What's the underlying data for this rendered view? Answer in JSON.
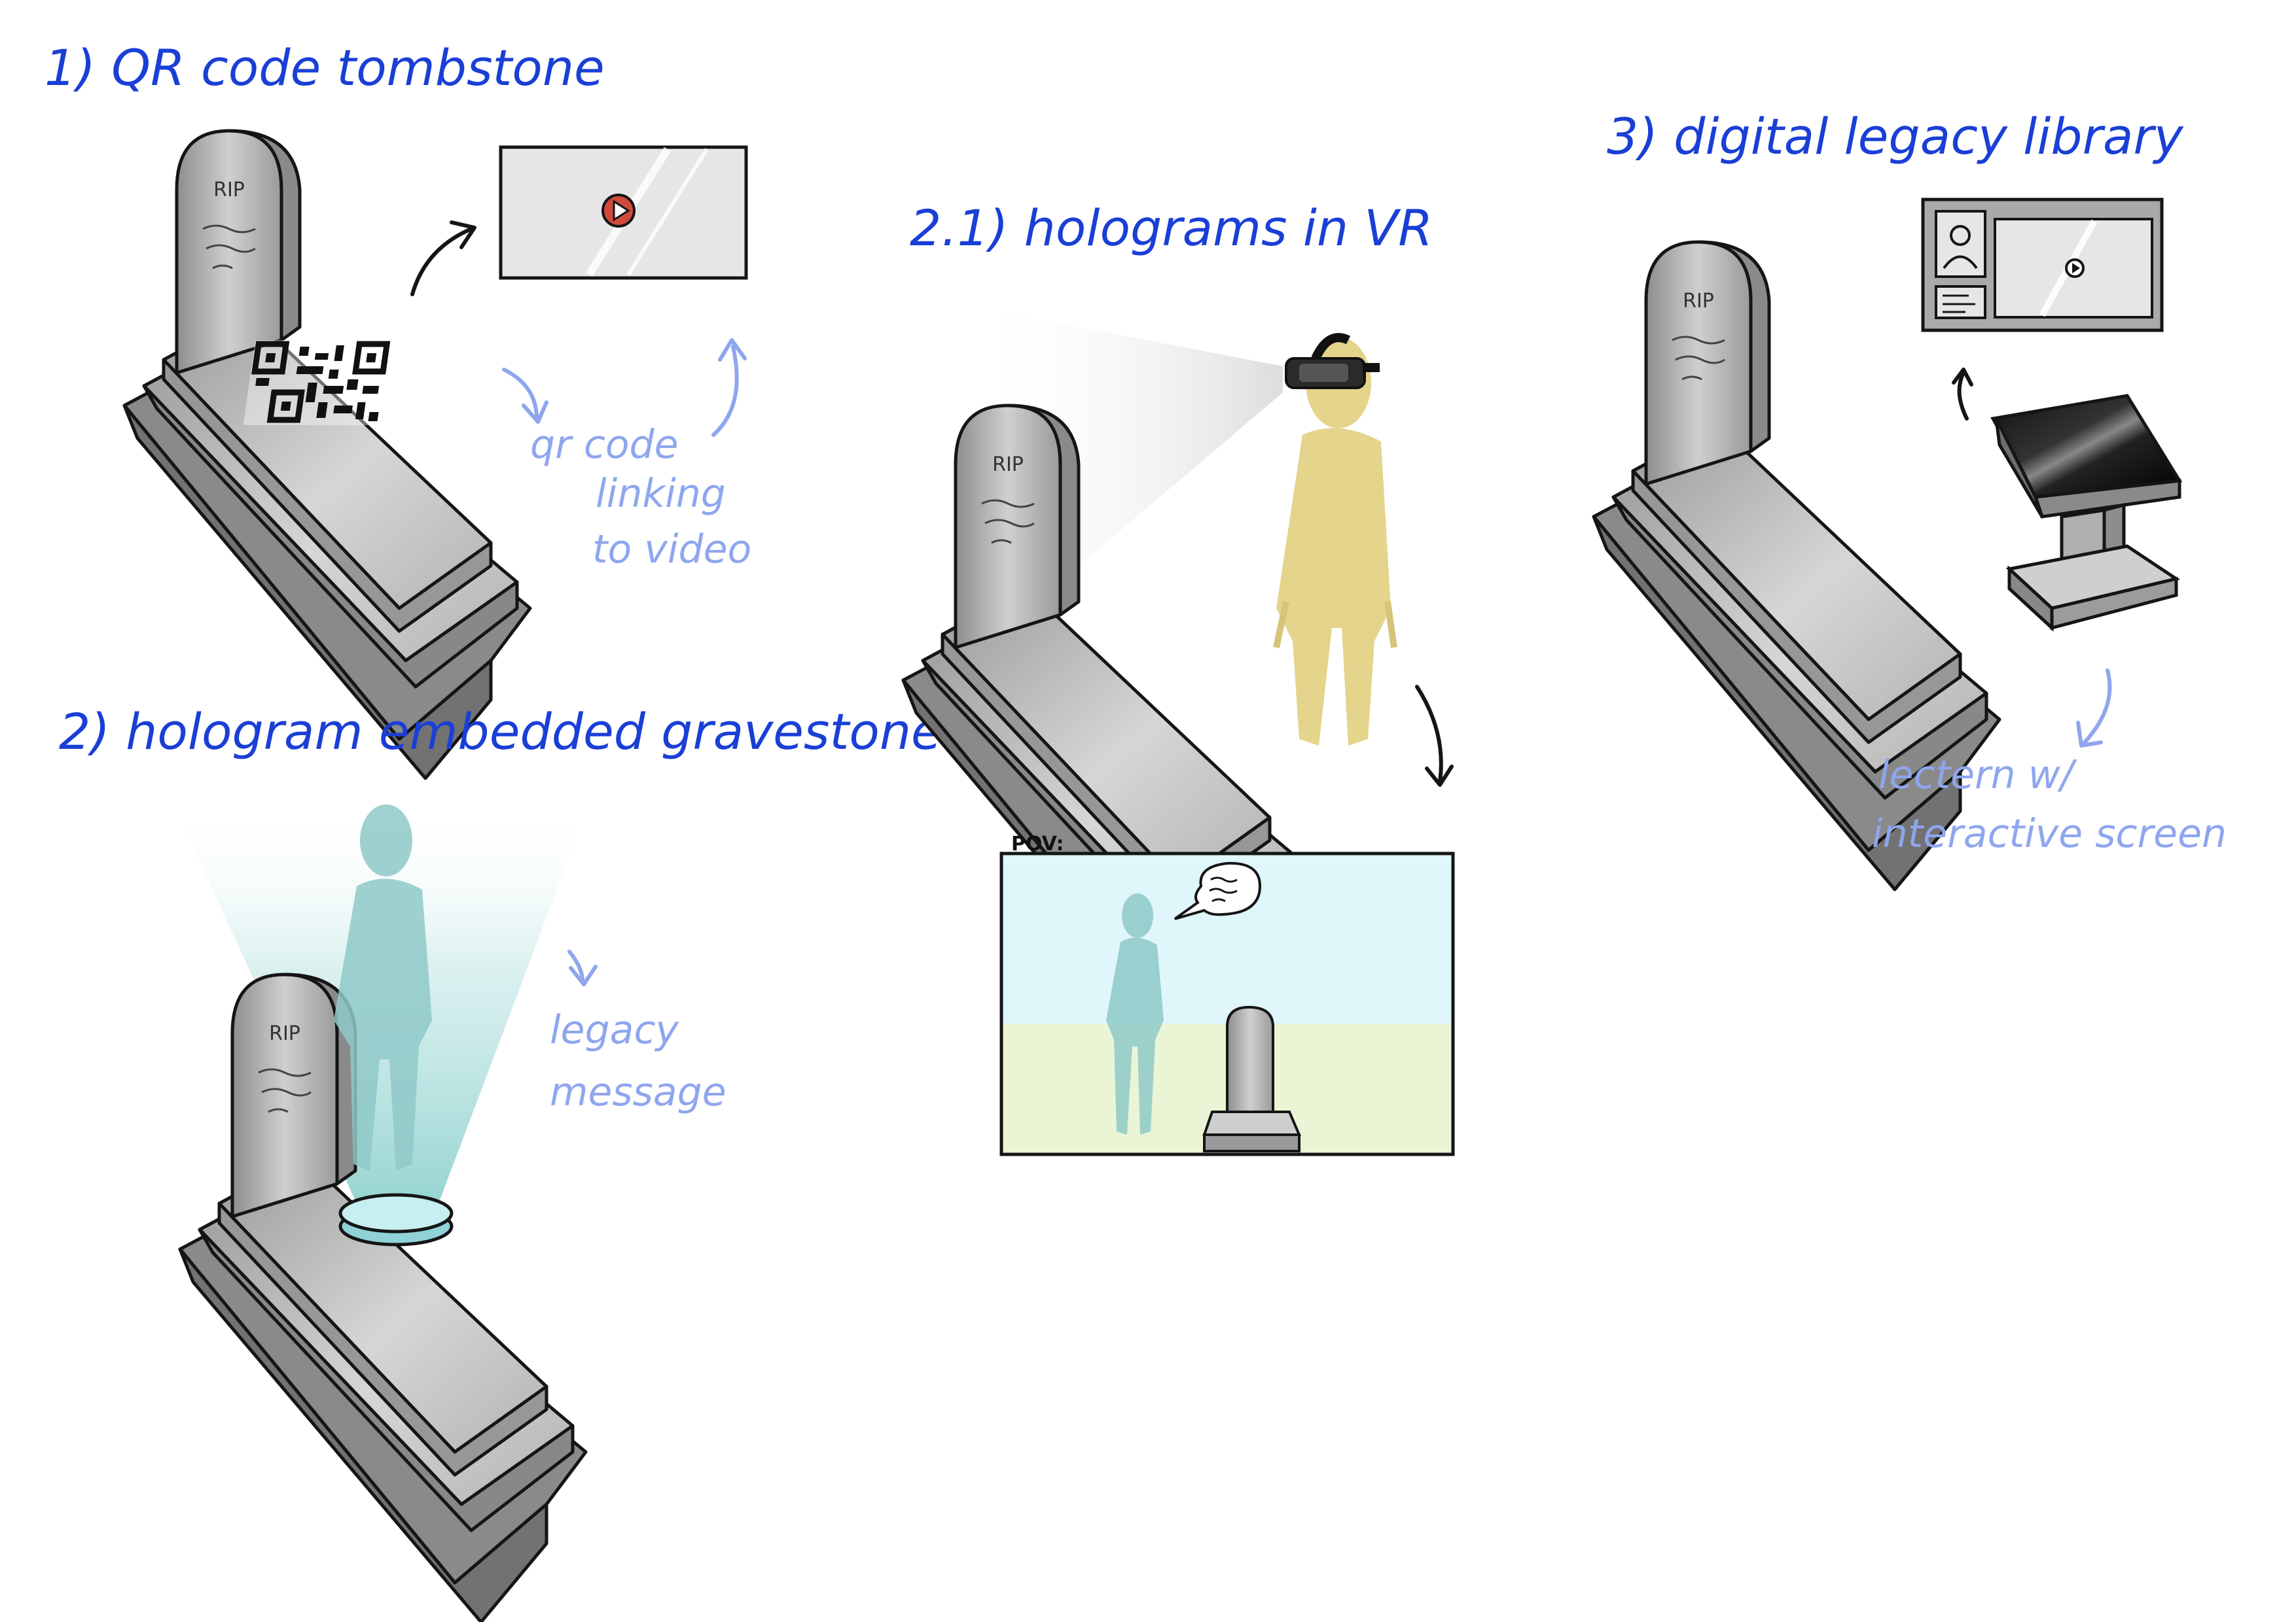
{
  "sections": {
    "qr": {
      "title": "1) QR code tombstone",
      "note_lines": [
        "qr code",
        "linking",
        "to video"
      ],
      "headstone_text": "RIP"
    },
    "hologram": {
      "title": "2) hologram embedded gravestone",
      "note_lines": [
        "legacy",
        "message"
      ],
      "headstone_text": "RIP"
    },
    "vr": {
      "title": "2.1) holograms in VR",
      "headstone_text": "RIP",
      "pov_label": "POV:"
    },
    "library": {
      "title": "3) digital legacy library",
      "note_lines": [
        "lectern w/",
        "interactive screen"
      ],
      "headstone_text": "RIP"
    }
  },
  "icons": [
    "play-icon",
    "qr-code-icon",
    "vr-headset-icon",
    "user-profile-icon",
    "speech-bubble-icon",
    "arrow-icon"
  ],
  "colors": {
    "title": "#1a3fd6",
    "note": "#8fa6ee",
    "stone": "#a8a8a8",
    "hologram": "#8fc9c8",
    "person": "#e4d48c",
    "pov_sky": "#dff6fb",
    "pov_grass": "#eaf5d6",
    "play": "#d24a3c"
  }
}
